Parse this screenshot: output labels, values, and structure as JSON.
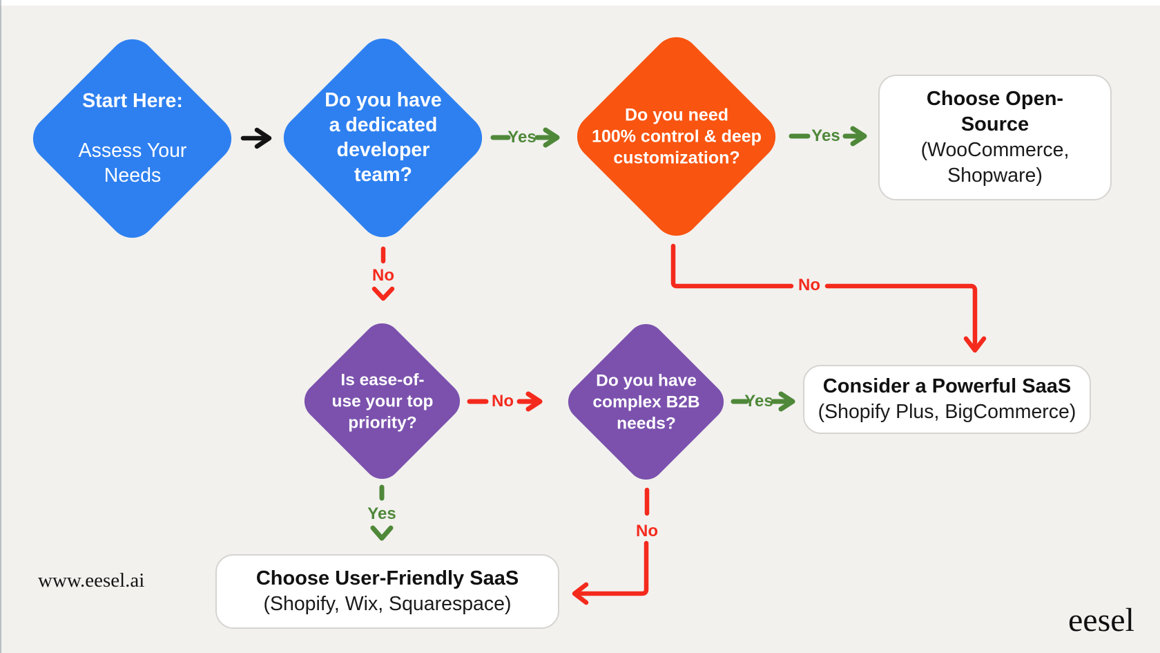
{
  "appearance": {
    "colors": {
      "bg": "#f2f1ee",
      "blue": "#2e80f0",
      "orange": "#f95410",
      "purple": "#7b51ad",
      "green": "#4f8839",
      "red": "#f42a1d",
      "box-border": "#d6d4d1",
      "box-bg": "#ffffff",
      "text-dark": "#111111",
      "text-light": "#ffffff",
      "ink": "#151515"
    }
  },
  "flowchart": {
    "nodes": {
      "start": {
        "title": "Start Here:",
        "subtitle": "Assess Your\nNeeds"
      },
      "dev_team": {
        "text": "Do you have\na dedicated\ndeveloper\nteam?"
      },
      "control": {
        "text": "Do you need\n100% control & deep\ncustomization?"
      },
      "open_source": {
        "title": "Choose Open-\nSource",
        "subtitle": "(WooCommerce,\nShopware)"
      },
      "ease_of_use": {
        "text": "Is ease-of-\nuse your top\npriority?"
      },
      "b2b": {
        "text": "Do you have\ncomplex B2B\nneeds?"
      },
      "powerful_saas": {
        "title": "Consider a Powerful SaaS",
        "subtitle": "(Shopify Plus, BigCommerce)"
      },
      "user_friendly_saas": {
        "title": "Choose User-Friendly SaaS",
        "subtitle": "(Shopify, Wix, Squarespace)"
      }
    },
    "edge_labels": {
      "dev_team_yes": "Yes",
      "control_yes": "Yes",
      "control_no": "No",
      "dev_team_no": "No",
      "ease_no": "No",
      "b2b_yes": "Yes",
      "ease_yes": "Yes",
      "b2b_no": "No"
    }
  },
  "footer": {
    "website": "www.eesel.ai",
    "brand": "eesel"
  }
}
